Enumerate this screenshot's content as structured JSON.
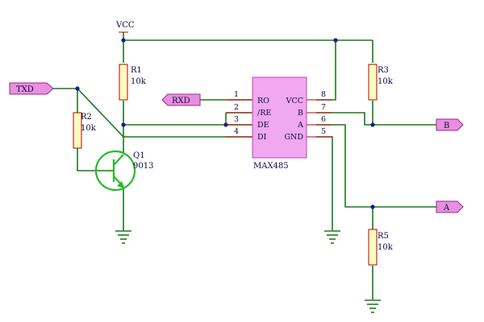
{
  "net_vcc": "VCC",
  "ports": {
    "txd": "TXD",
    "rxd": "RXD",
    "b": "B",
    "a": "A"
  },
  "resistors": {
    "r1": {
      "ref": "R1",
      "value": "10k"
    },
    "r2": {
      "ref": "R2",
      "value": "10k"
    },
    "r3": {
      "ref": "R3",
      "value": "10k"
    },
    "r5": {
      "ref": "R5",
      "value": "10k"
    }
  },
  "transistor": {
    "ref": "Q1",
    "value": "9013"
  },
  "ic": {
    "name": "MAX485",
    "left_pins": [
      {
        "num": "1",
        "name": "RO"
      },
      {
        "num": "2",
        "name": "/RE"
      },
      {
        "num": "3",
        "name": "DE"
      },
      {
        "num": "4",
        "name": "DI"
      }
    ],
    "right_pins": [
      {
        "num": "8",
        "name": "VCC"
      },
      {
        "num": "7",
        "name": "B"
      },
      {
        "num": "6",
        "name": "A"
      },
      {
        "num": "5",
        "name": "GND"
      }
    ]
  },
  "colors": {
    "wire": "#1a7a1a",
    "junction": "#1a1a8a",
    "ic_fill": "#f0a8f0",
    "port_fill": "#e890e0",
    "resistor_fill": "#fdfcc0",
    "transistor": "#2ab82a"
  }
}
